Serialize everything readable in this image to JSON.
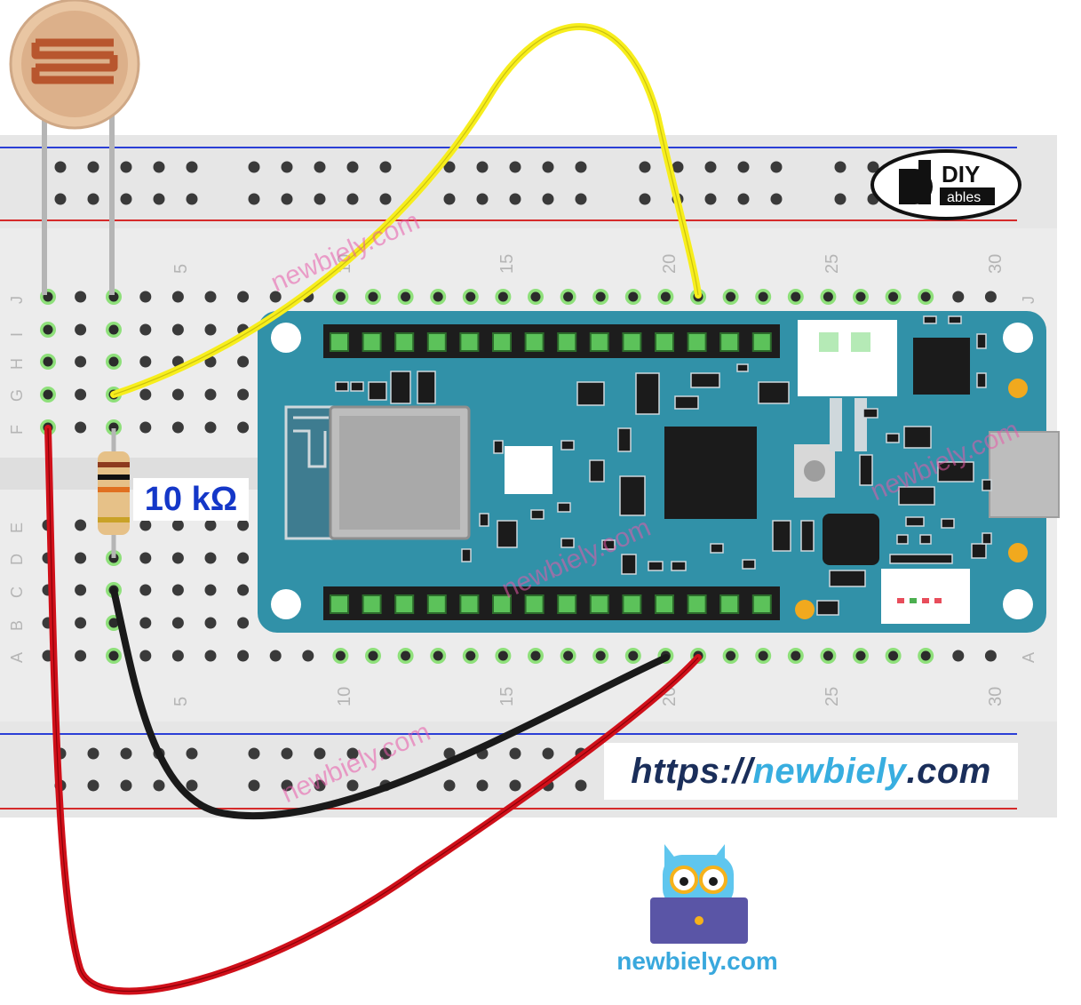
{
  "diagram": {
    "resistor_label": "10 kΩ",
    "url": {
      "prefix": "https://",
      "domain": "newbiely",
      "suffix": ".com"
    },
    "brand_caption": "newbiely.com",
    "watermark": "newbiely.com",
    "logo": {
      "line1": "DIY",
      "line2": "ables"
    },
    "column_numbers": [
      "5",
      "10",
      "15",
      "20",
      "25",
      "30"
    ],
    "row_letters_top": [
      "J",
      "I",
      "H",
      "G",
      "F"
    ],
    "row_letters_bottom": [
      "E",
      "D",
      "C",
      "B",
      "A"
    ],
    "wire_colors": {
      "signal": "#f7ee1c",
      "ground": "#1a1a1a",
      "power": "#d0101a"
    },
    "board_color": "#3191a8"
  }
}
